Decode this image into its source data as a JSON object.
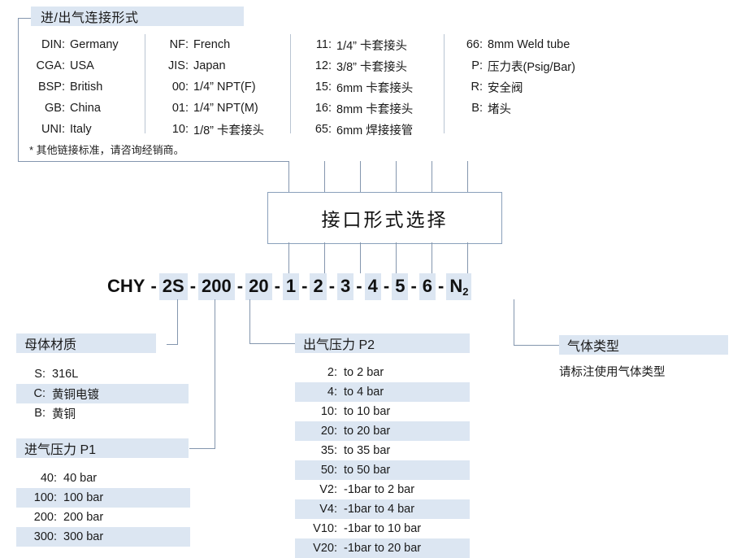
{
  "connection_block": {
    "title": "进/出气连接形式",
    "note": "* 其他链接标准，请咨询经销商。",
    "columns": [
      {
        "name": "standards",
        "rows": [
          {
            "code": "DIN:",
            "desc": "Germany"
          },
          {
            "code": "CGA:",
            "desc": "USA"
          },
          {
            "code": "BSP:",
            "desc": "British"
          },
          {
            "code": "GB:",
            "desc": "China"
          },
          {
            "code": "UNI:",
            "desc": "Italy"
          }
        ]
      },
      {
        "name": "threads",
        "rows": [
          {
            "code": "NF:",
            "desc": "French"
          },
          {
            "code": "JIS:",
            "desc": "Japan"
          },
          {
            "code": "00:",
            "desc": "1/4” NPT(F)"
          },
          {
            "code": "01:",
            "desc": "1/4” NPT(M)"
          },
          {
            "code": "10:",
            "desc": "1/8”  卡套接头"
          }
        ]
      },
      {
        "name": "ferrule-fittings",
        "rows": [
          {
            "code": "11:",
            "desc": "1/4”  卡套接头"
          },
          {
            "code": "12:",
            "desc": "3/8”  卡套接头"
          },
          {
            "code": "15:",
            "desc": "6mm 卡套接头"
          },
          {
            "code": "16:",
            "desc": "8mm 卡套接头"
          },
          {
            "code": "65:",
            "desc": "6mm 焊接接管"
          }
        ]
      },
      {
        "name": "accessories",
        "rows": [
          {
            "code": "66:",
            "desc": "8mm Weld tube"
          },
          {
            "code": "P:",
            "desc": "压力表(Psig/Bar)"
          },
          {
            "code": "R:",
            "desc": "安全阀"
          },
          {
            "code": "B:",
            "desc": "堵头"
          }
        ]
      }
    ]
  },
  "center_box": {
    "label": "接口形式选择"
  },
  "product_code": {
    "tokens": [
      {
        "text": "CHY",
        "highlight": false
      },
      {
        "text": "-",
        "highlight": false,
        "dash": true
      },
      {
        "text": "2S",
        "highlight": true
      },
      {
        "text": "-",
        "highlight": false,
        "dash": true
      },
      {
        "text": "200",
        "highlight": true
      },
      {
        "text": "-",
        "highlight": false,
        "dash": true
      },
      {
        "text": "20",
        "highlight": true
      },
      {
        "text": "-",
        "highlight": false,
        "dash": true
      },
      {
        "text": "1",
        "highlight": true
      },
      {
        "text": "-",
        "highlight": false,
        "dash": true
      },
      {
        "text": "2",
        "highlight": true
      },
      {
        "text": "-",
        "highlight": false,
        "dash": true
      },
      {
        "text": "3",
        "highlight": true
      },
      {
        "text": "-",
        "highlight": false,
        "dash": true
      },
      {
        "text": "4",
        "highlight": true
      },
      {
        "text": "-",
        "highlight": false,
        "dash": true
      },
      {
        "text": "5",
        "highlight": true
      },
      {
        "text": "-",
        "highlight": false,
        "dash": true
      },
      {
        "text": "6",
        "highlight": true
      },
      {
        "text": "-",
        "highlight": false,
        "dash": true
      },
      {
        "text": "N",
        "highlight": true,
        "sub": "2"
      }
    ]
  },
  "body_material": {
    "title": "母体材质",
    "rows": [
      {
        "key": "S:",
        "val": "316L",
        "highlight": false
      },
      {
        "key": "C:",
        "val": "黄铜电镀",
        "highlight": true
      },
      {
        "key": "B:",
        "val": "黄铜",
        "highlight": false
      }
    ]
  },
  "inlet_pressure": {
    "title": "进气压力 P1",
    "rows": [
      {
        "key": "40:",
        "val": "40 bar",
        "highlight": false
      },
      {
        "key": "100:",
        "val": "100 bar",
        "highlight": true
      },
      {
        "key": "200:",
        "val": "200 bar",
        "highlight": false
      },
      {
        "key": "300:",
        "val": "300 bar",
        "highlight": true
      }
    ]
  },
  "outlet_pressure": {
    "title": "出气压力 P2",
    "rows": [
      {
        "key": "2:",
        "val": "to 2 bar",
        "highlight": false
      },
      {
        "key": "4:",
        "val": "to 4 bar",
        "highlight": true
      },
      {
        "key": "10:",
        "val": "to 10 bar",
        "highlight": false
      },
      {
        "key": "20:",
        "val": "to 20 bar",
        "highlight": true
      },
      {
        "key": "35:",
        "val": "to 35 bar",
        "highlight": false
      },
      {
        "key": "50:",
        "val": "to 50 bar",
        "highlight": true
      },
      {
        "key": "V2:",
        "val": "-1bar to 2 bar",
        "highlight": false
      },
      {
        "key": "V4:",
        "val": "-1bar to 4 bar",
        "highlight": true
      },
      {
        "key": "V10:",
        "val": "-1bar to 10 bar",
        "highlight": false
      },
      {
        "key": "V20:",
        "val": "-1bar to 20 bar",
        "highlight": true
      }
    ]
  },
  "gas_type": {
    "title": "气体类型",
    "note": "请标注使用气体类型"
  },
  "colors": {
    "highlight": "#dce6f2",
    "line": "#8496ae",
    "separator": "#b9c4d2",
    "box_border": "#8aa0bb",
    "text": "#1a1a1a"
  }
}
